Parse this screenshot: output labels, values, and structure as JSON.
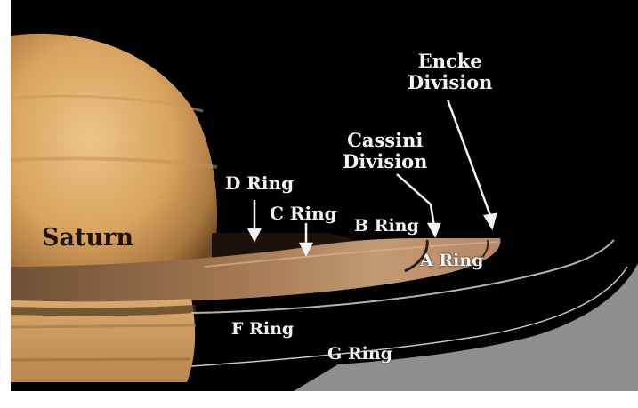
{
  "image": {
    "labels": {
      "saturn": "Saturn",
      "encke_line1": "Encke",
      "encke_line2": "Division",
      "cassini_line1": "Cassini",
      "cassini_line2": "Division",
      "d_ring": "D Ring",
      "c_ring": "C Ring",
      "b_ring": "B Ring",
      "a_ring": "A Ring",
      "f_ring": "F Ring",
      "g_ring": "G Ring"
    },
    "colors": {
      "space": "#000000",
      "shadow": "#8f8f8f",
      "planet_light": "#e8bf7c",
      "planet_dark": "#8a5e2e",
      "rings": "#b98c62",
      "label": "#f4f4f4",
      "planet_label": "#1e1208"
    }
  }
}
